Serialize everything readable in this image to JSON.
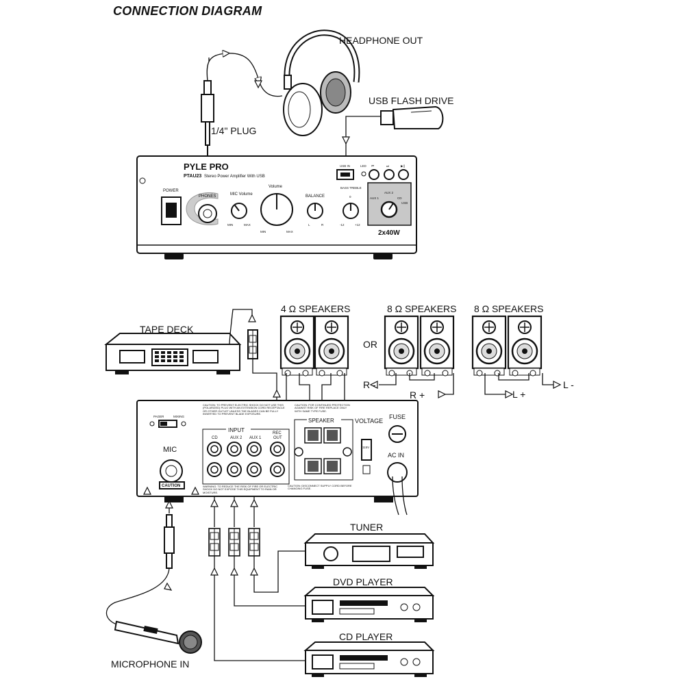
{
  "title": "CONNECTION DIAGRAM",
  "labels": {
    "headphone_out": "HEADPHONE OUT",
    "usb_flash_drive": "USB FLASH DRIVE",
    "plug": "1/4\" PLUG",
    "tape_deck": "TAPE DECK",
    "speakers_4": "4 Ω  SPEAKERS",
    "speakers_8a": "8 Ω  SPEAKERS",
    "speakers_8b": "8 Ω  SPEAKERS",
    "or": "OR",
    "r_minus": "R -",
    "r_plus": "R +",
    "l_plus": "L +",
    "l_minus": "L -",
    "tuner": "TUNER",
    "dvd_player": "DVD PLAYER",
    "cd_player": "CD PLAYER",
    "microphone_in": "MICROPHONE IN"
  },
  "front_panel": {
    "brand": "PYLE PRO",
    "model": "PTAU23",
    "subtitle": "Stereo Power Amplifier With USB",
    "power": "POWER",
    "phones": "PHONES",
    "mic_volume": "MIC Volume",
    "volume": "Volume",
    "balance": "BALANCE",
    "bass_treble": "BASS TREBLE",
    "zero": "0",
    "min": "MIN",
    "max": "MAX",
    "l": "L",
    "r": "R",
    "minus12": "-12",
    "plus12": "+12",
    "usb_in": "USB IN",
    "led": "LED",
    "prev": "⏮",
    "next": "⏭",
    "play": "▶||",
    "aux2": "AUX 2",
    "aux1": "AUX 1",
    "cd": "CD",
    "usb": "USB",
    "power_rating": "2x40W"
  },
  "rear_panel": {
    "pager": "PAGER",
    "mixing": "MIXING",
    "input": "INPUT",
    "cd": "CD",
    "aux2": "AUX 2",
    "aux1": "AUX 1",
    "rec": "REC",
    "out": "OUT",
    "speaker": "SPEAKER",
    "voltage": "VOLTAGE",
    "fuse": "FUSE",
    "ac_in": "AC IN",
    "mic": "MIC",
    "caution": "CAUTION",
    "caution_shock": "CAUTION: TO PREVENT ELECTRIC SHOCK DO NOT USE THIS (POLARIZED) PLUG WITH AN EXTENSION CORD RECEPTACLE OR OTHER OUTLET UNLESS THE BLADES CAN BE FULLY INSERTED TO PREVENT BLADE EXPOSURE.",
    "caution_fire": "CAUTION: FOR CONTINUED PROTECTION AGAINST RISK OF FIRE REPLACE ONLY WITH SAME TYPE FUSE.",
    "warning": "WARNING: TO REDUCE THE RISK OF FIRE OR ELECTRIC SHOCK DO NOT EXPOSE THIS EQUIPMENT TO RAIN OR MOISTURE.",
    "caution_fuse": "CAUTION: DISCONNECT SUPPLY CORD BEFORE CHANGING FUSE.",
    "volt_value": "115V"
  }
}
